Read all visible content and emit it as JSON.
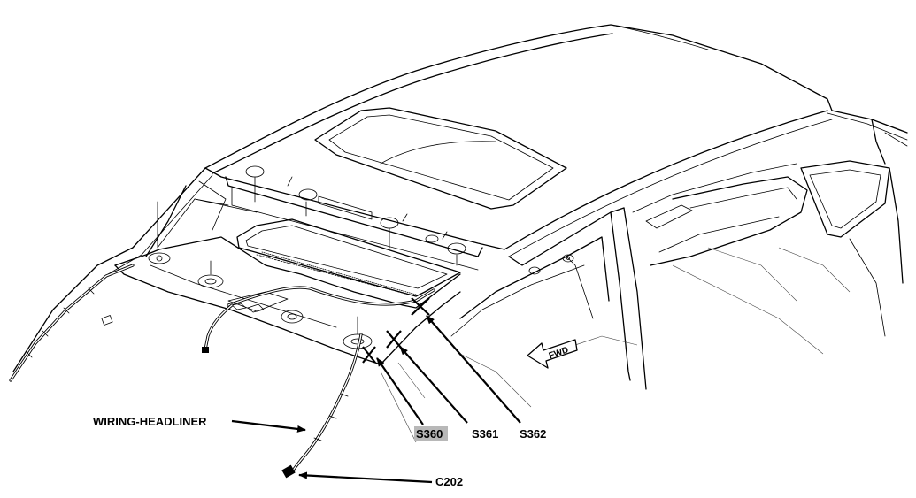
{
  "labels": {
    "wiring_headliner": "WIRING-HEADLINER",
    "s360": "S360",
    "s361": "S361",
    "s362": "S362",
    "c202": "C202",
    "fwd": "FWD"
  },
  "colors": {
    "line": "#000000",
    "background": "#ffffff",
    "highlight": "#b8b8b8"
  }
}
